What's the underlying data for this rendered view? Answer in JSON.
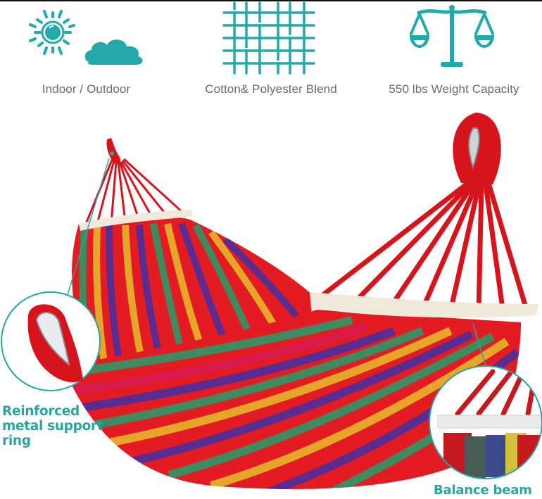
{
  "features": [
    {
      "icon": "sun-cloud-icon",
      "label": "Indoor / Outdoor"
    },
    {
      "icon": "woven-fabric-icon",
      "label": "Cotton& Polyester Blend"
    },
    {
      "icon": "balance-scale-icon",
      "label": "550 lbs Weight Capacity"
    }
  ],
  "product": {
    "name": "hammock",
    "stripe_colors": [
      "#e31b23",
      "#5b2c8f",
      "#3f8a5f",
      "#e7a52a",
      "#d81b4a"
    ]
  },
  "callouts": {
    "ring": {
      "label": "Reinforced metal support ring",
      "lines": [
        "Reinforced",
        "metal support",
        "ring"
      ]
    },
    "beam": {
      "label": "Balance beam"
    }
  },
  "colors": {
    "accent": "#2aa3a3",
    "icon_teal": "#24a9ab",
    "label_gray": "#6b6b6b",
    "rope_red": "#d6141c",
    "beam_cream": "#efe9dc"
  }
}
